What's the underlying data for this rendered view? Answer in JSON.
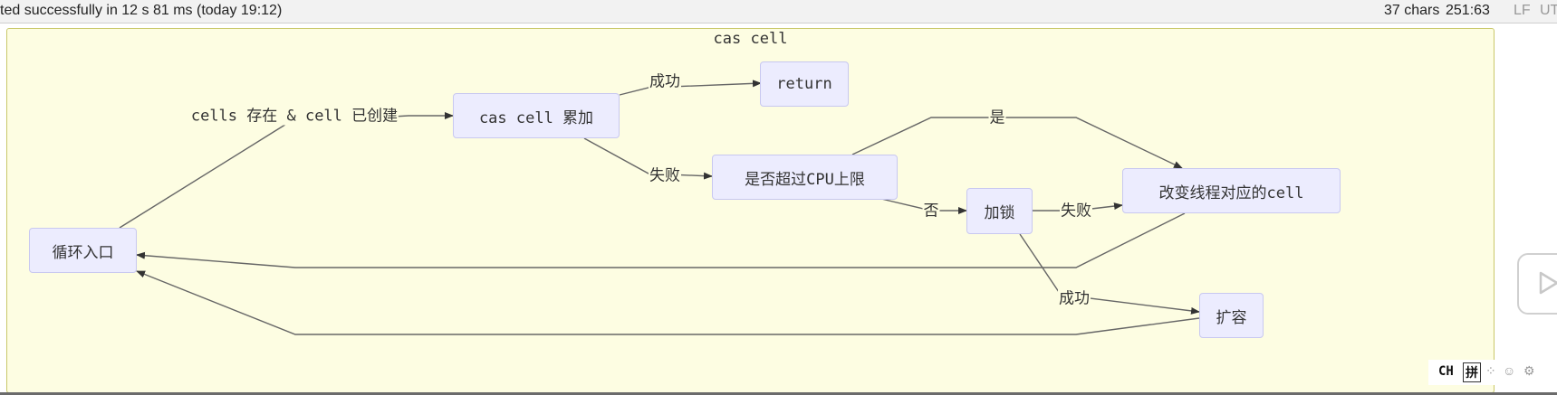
{
  "status_bar": {
    "message": "ted successfully in 12 s 81 ms (today 19:12)",
    "chars": "37 chars",
    "position": "251:63",
    "line_ending": "LF",
    "encoding": "UT"
  },
  "diagram": {
    "title": "cas cell",
    "nodes": {
      "loop_entry": "循环入口",
      "cas_accumulate": "cas cell 累加",
      "return": "return",
      "cpu_limit": "是否超过CPU上限",
      "lock": "加锁",
      "change_cell": "改变线程对应的cell",
      "expand": "扩容"
    },
    "edge_labels": {
      "cells_exist": "cells 存在 & cell 已创建",
      "success": "成功",
      "fail": "失败",
      "yes": "是",
      "no": "否",
      "lock_fail": "失败",
      "lock_success": "成功"
    }
  },
  "ime": {
    "mode": "CH",
    "pinyin": "拼"
  },
  "colors": {
    "cluster_fill": "#fdfde2",
    "cluster_border": "#c9c86a",
    "node_fill": "#ececfe",
    "node_border": "#c8c8f0",
    "edge": "#555555"
  }
}
